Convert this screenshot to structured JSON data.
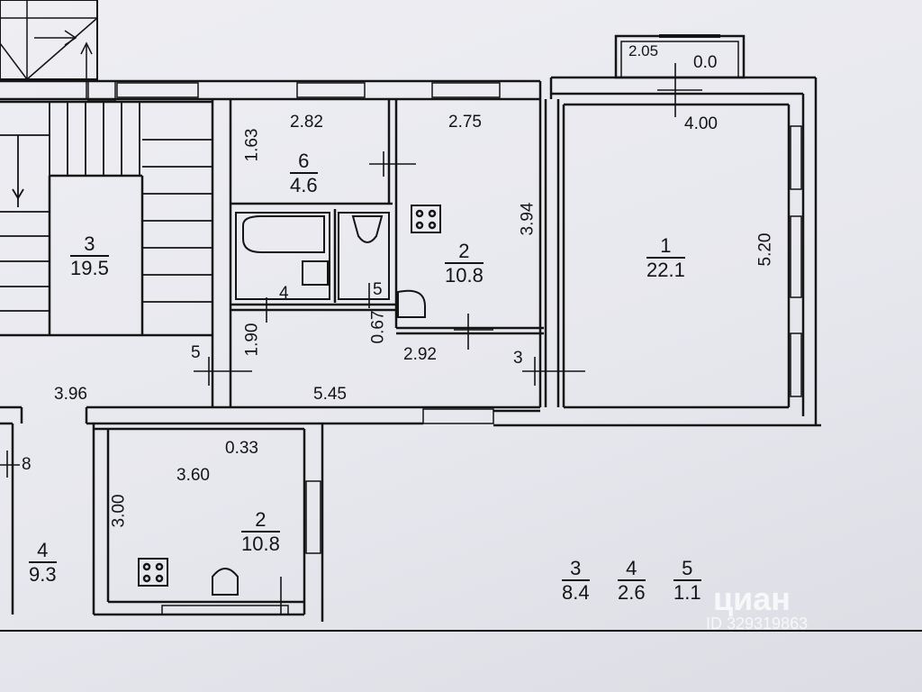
{
  "rooms": [
    {
      "num": "3",
      "area": "19.5"
    },
    {
      "num": "6",
      "area": "4.6"
    },
    {
      "num": "2",
      "area": "10.8"
    },
    {
      "num": "1",
      "area": "22.1"
    },
    {
      "num": "2",
      "area": "10.8"
    },
    {
      "num": "4",
      "area": "9.3"
    }
  ],
  "dims": {
    "d282": "2.82",
    "d275": "2.75",
    "d400": "4.00",
    "d163": "1.63",
    "d394": "3.94",
    "d520": "5.20",
    "d190": "1.90",
    "d067": "0.67",
    "d292": "2.92",
    "d396": "3.96",
    "d545": "5.45",
    "d033": "0.33",
    "d360": "3.60",
    "d300": "3.00",
    "d205": "2.05",
    "d00": "0.0"
  },
  "marks": {
    "m4": "4",
    "m5a": "5",
    "m5b": "5",
    "m3": "3",
    "m8": "8"
  },
  "legend": [
    {
      "num": "3",
      "area": "8.4"
    },
    {
      "num": "4",
      "area": "2.6"
    },
    {
      "num": "5",
      "area": "1.1"
    }
  ],
  "watermark": {
    "brand": "циан",
    "id": "ID 329319863"
  },
  "colors": {
    "ink": "#141414",
    "paper": "#e9eaf0"
  }
}
